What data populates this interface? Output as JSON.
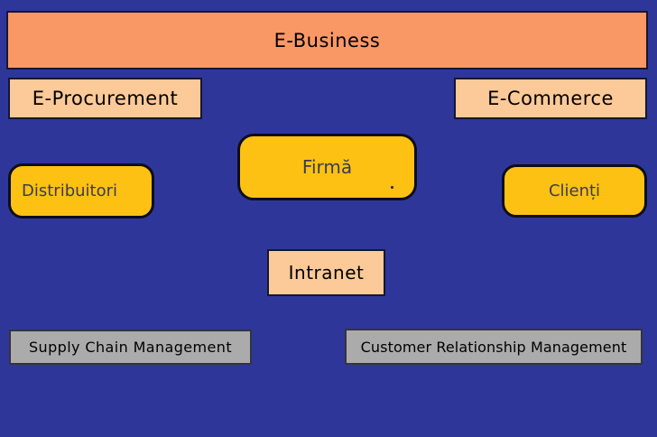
{
  "diagram": {
    "title": "E-Business diagram",
    "background_color": "#2E3799",
    "colors": {
      "banner_fill": "#F99865",
      "peach_fill": "#FCC998",
      "gold_fill": "#FDC113",
      "gray_fill": "#ABABAB",
      "border": "#16162E",
      "gold_text": "#3A3D4F",
      "text": "#000000"
    },
    "nodes": {
      "e_business": {
        "label": "E-Business",
        "shape": "rectangle",
        "fill": "#F99865"
      },
      "e_procurement": {
        "label": "E-Procurement",
        "shape": "rectangle",
        "fill": "#FCC998"
      },
      "e_commerce": {
        "label": "E-Commerce",
        "shape": "rectangle",
        "fill": "#FCC998"
      },
      "firma": {
        "label": "Firmă",
        "shape": "rounded-rectangle",
        "fill": "#FDC113"
      },
      "distribuitori": {
        "label": "Distribuitori",
        "shape": "rounded-rectangle",
        "fill": "#FDC113"
      },
      "clienti": {
        "label": "Clienți",
        "shape": "rounded-rectangle",
        "fill": "#FDC113"
      },
      "intranet": {
        "label": "Intranet",
        "shape": "rectangle",
        "fill": "#FCC998"
      },
      "scm": {
        "label": "Supply Chain Management",
        "shape": "rectangle",
        "fill": "#ABABAB"
      },
      "crm": {
        "label": "Customer Relationship Management",
        "shape": "rectangle",
        "fill": "#ABABAB"
      }
    }
  }
}
